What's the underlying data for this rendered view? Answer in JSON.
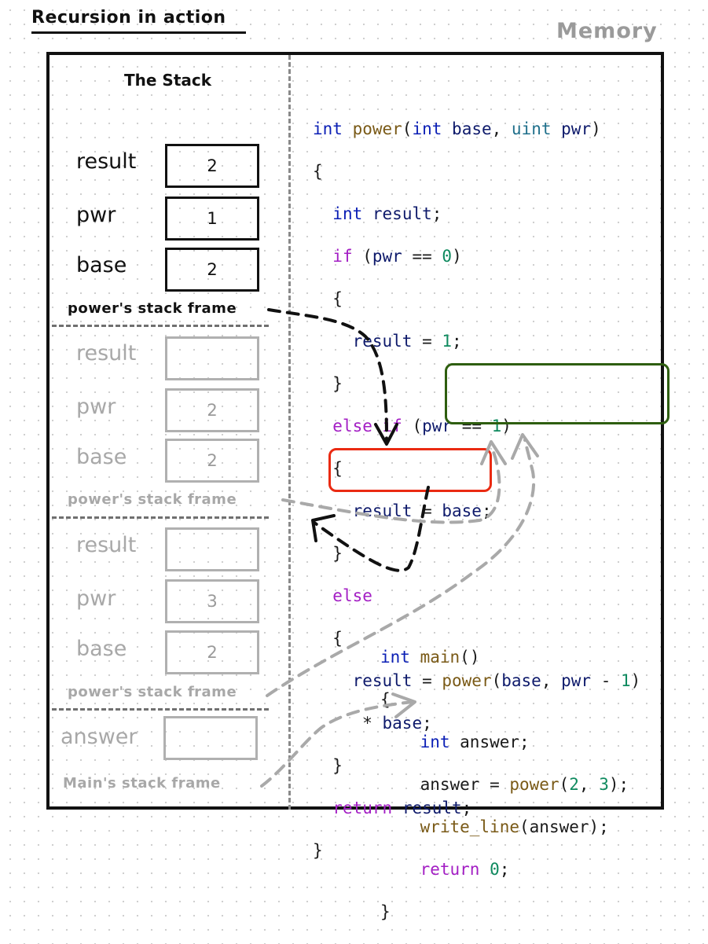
{
  "title": "Recursion in action",
  "memory_label": "Memory",
  "stack_title": "The Stack",
  "frames": [
    {
      "label": "power's stack frame",
      "vars": [
        {
          "name": "result",
          "value": "2"
        },
        {
          "name": "pwr",
          "value": "1"
        },
        {
          "name": "base",
          "value": "2"
        }
      ]
    },
    {
      "label": "power's stack frame",
      "vars": [
        {
          "name": "result",
          "value": ""
        },
        {
          "name": "pwr",
          "value": "2"
        },
        {
          "name": "base",
          "value": "2"
        }
      ]
    },
    {
      "label": "power's stack frame",
      "vars": [
        {
          "name": "result",
          "value": ""
        },
        {
          "name": "pwr",
          "value": "3"
        },
        {
          "name": "base",
          "value": "2"
        }
      ]
    },
    {
      "label": "Main's stack frame",
      "vars": [
        {
          "name": "answer",
          "value": ""
        }
      ]
    }
  ],
  "power_code": [
    "int power(int base, uint pwr)",
    "{",
    "  int result;",
    "  if (pwr == 0)",
    "  {",
    "    result = 1;",
    "  }",
    "  else if (pwr == 1)",
    "  {",
    "    result = base;",
    "  }",
    "  else",
    "  {",
    "    result = power(base, pwr - 1)",
    "     * base;",
    "  }",
    "  return result;",
    "}"
  ],
  "main_code": [
    "int main()",
    "{",
    "    int answer;",
    "    answer = power(2, 3);",
    "    write_line(answer);",
    "    return 0;",
    "}"
  ],
  "colors": {
    "return_highlight": "#ea2a12",
    "call_highlight": "#2e5e0f",
    "active": "#111111",
    "inactive": "#a8a8a8"
  }
}
